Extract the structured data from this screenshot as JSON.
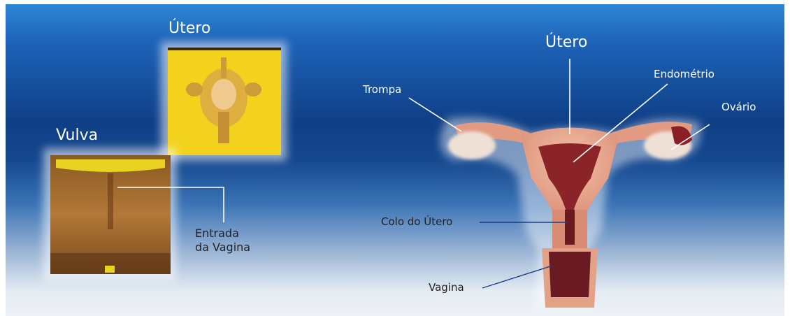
{
  "left": {
    "uterus_title": "Útero",
    "vulva_title": "Vulva",
    "entrance_line1": "Entrada",
    "entrance_line2": "da Vagina"
  },
  "right": {
    "uterus_title": "Útero",
    "endometrium": "Endométrio",
    "tube": "Trompa",
    "ovary": "Ovário",
    "cervix": "Colo do Útero",
    "vagina": "Vagina"
  },
  "colors": {
    "background_top": "#2f86d6",
    "background_mid": "#0f3f86",
    "background_bottom": "#eef1f5",
    "uterus_panel_yellow": "#f2d21c",
    "vulva_panel_brown": "#a06a2e",
    "organ_pink": "#e8a08a",
    "organ_dark": "#7a1f24"
  }
}
